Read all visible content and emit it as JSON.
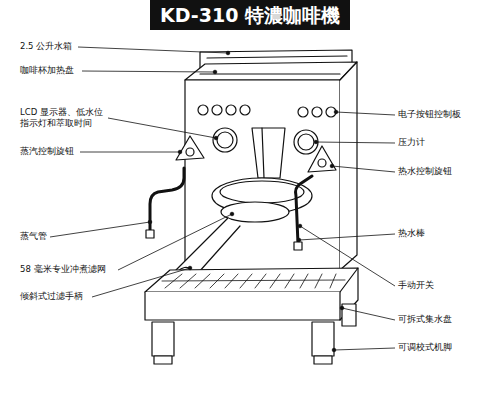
{
  "diagram": {
    "title": "KD-310 特濃咖啡機",
    "labels": [
      "2.5 公升水箱",
      "咖啡杯加热盘",
      "LCD 显示器、低水位 指示灯和萃取时间",
      "蒸汽控制旋钮",
      "蒸气管",
      "58 毫米专业冲煮滤网",
      "倾斜式过滤手柄",
      "电子按钮控制板",
      "压力计",
      "热水控制旋钮",
      "热水棒",
      "手动开关",
      "可拆式集水盘",
      "可调校式机脚"
    ]
  }
}
